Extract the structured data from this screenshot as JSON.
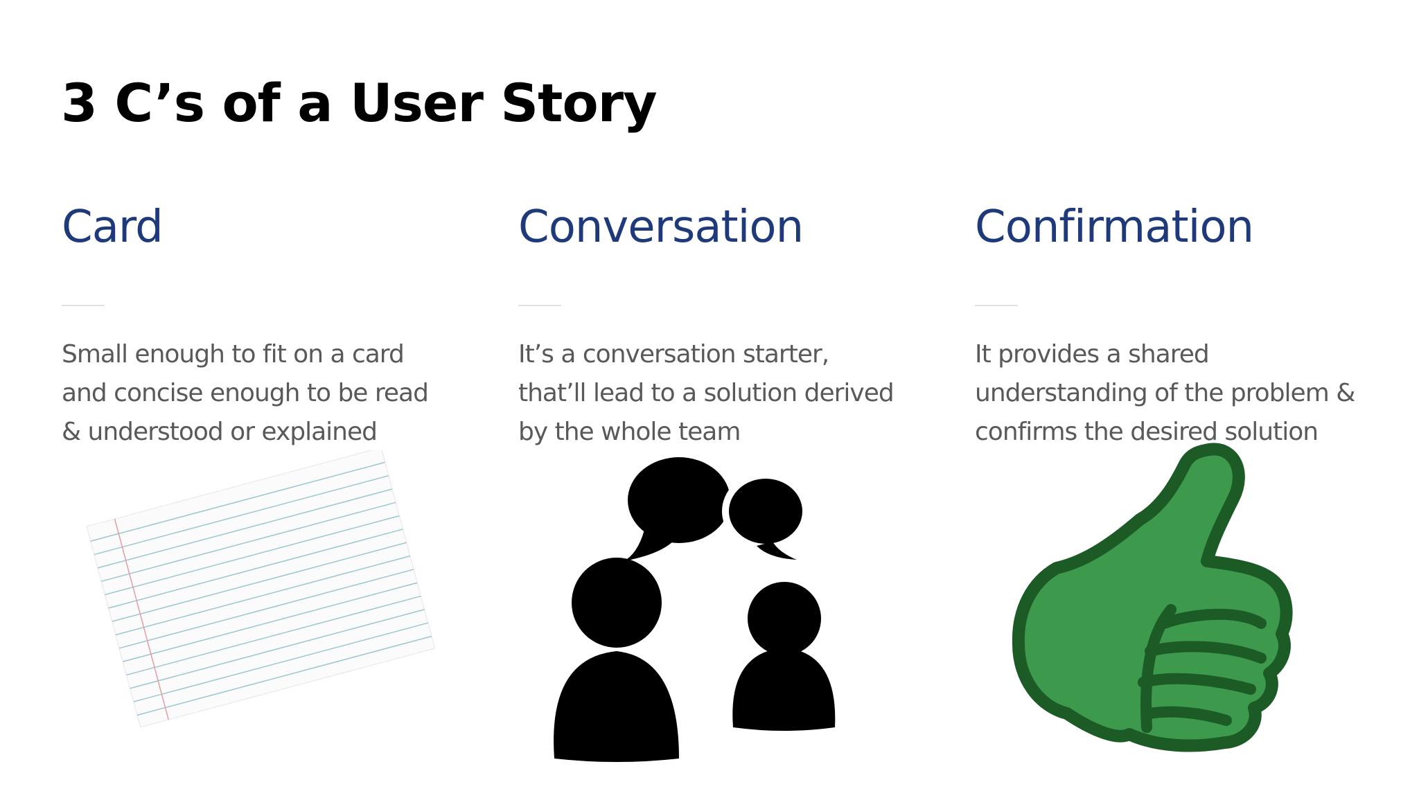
{
  "slide": {
    "title": "3 C’s of a User Story",
    "columns": [
      {
        "heading": "Card",
        "lines": [
          "Small enough to fit on a card",
          "and concise enough to be read",
          "& understood or explained"
        ],
        "icon": "index-card-icon"
      },
      {
        "heading": "Conversation",
        "lines": [
          "It’s a conversation starter,",
          "that’ll lead to a solution derived",
          "by the whole team"
        ],
        "icon": "conversation-people-icon"
      },
      {
        "heading": "Confirmation",
        "lines": [
          "It provides a shared",
          "understanding of the problem &",
          "confirms the desired solution"
        ],
        "icon": "thumbs-up-icon"
      }
    ]
  },
  "colors": {
    "heading": "#1f3a7a",
    "body_text": "#595959",
    "title": "#000000",
    "thumb_fill": "#3d9a4c",
    "thumb_outline": "#1c5a26"
  }
}
